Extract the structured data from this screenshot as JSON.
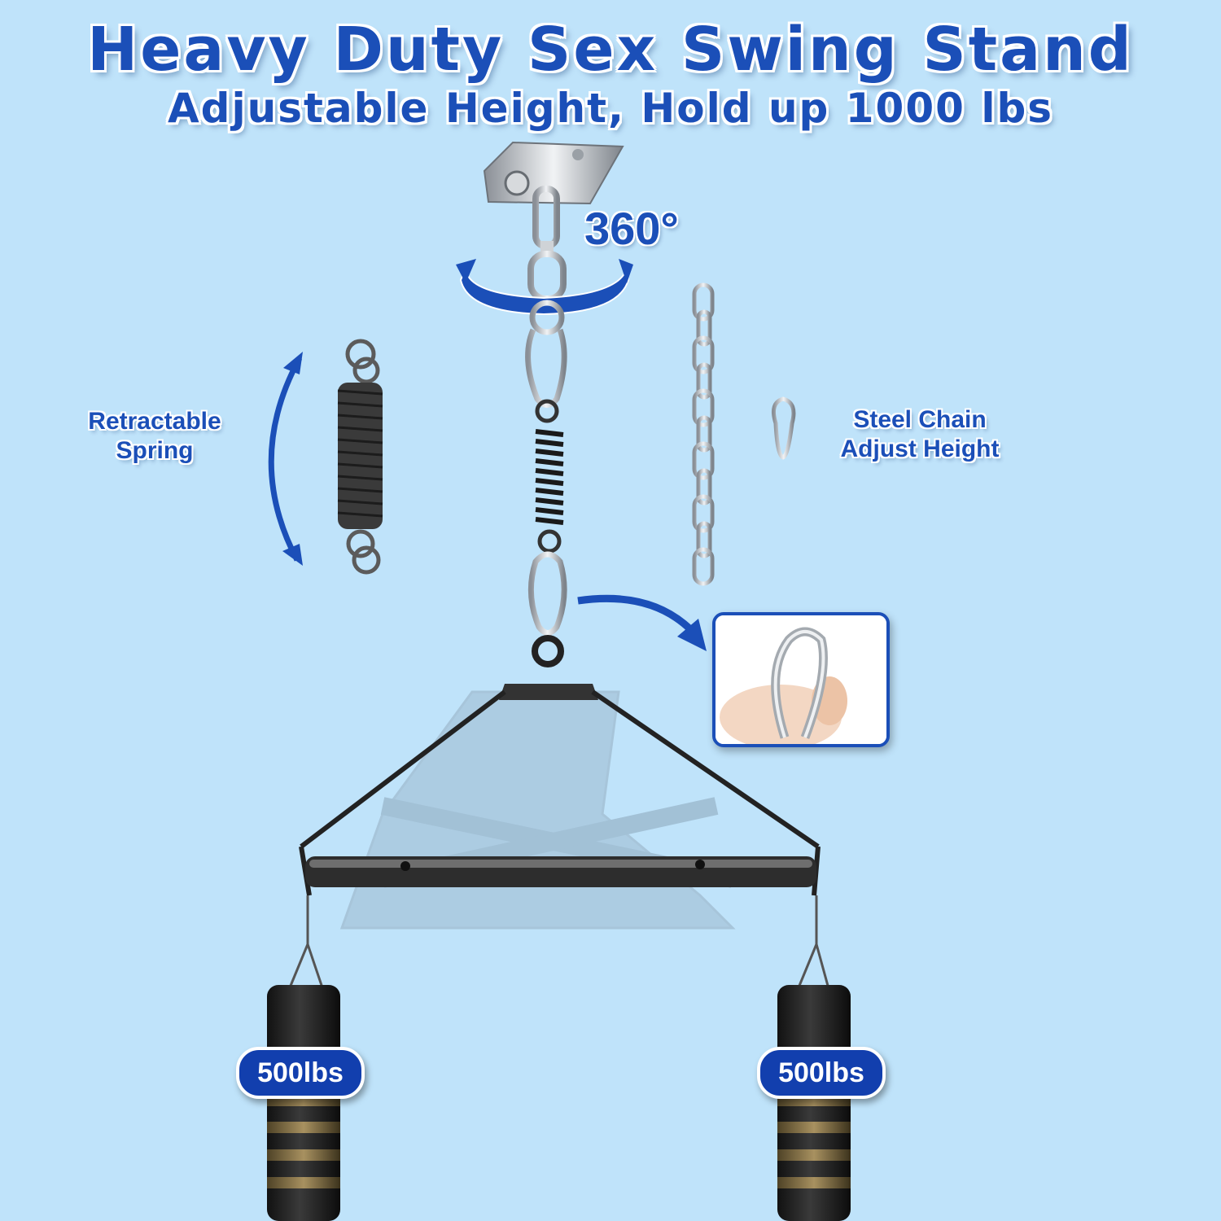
{
  "header": {
    "title": "Heavy Duty Sex Swing Stand",
    "subtitle": "Adjustable Height, Hold up 1000 lbs"
  },
  "callouts": {
    "rotation": "360°",
    "spring": [
      "Retractable",
      "Spring"
    ],
    "chain": [
      "Steel Chain",
      "Adjust Height"
    ]
  },
  "weights": {
    "left": "500lbs",
    "right": "500lbs"
  },
  "colors": {
    "background": "#bfe3fa",
    "accent": "#1b4fb8",
    "badge": "#123fae"
  }
}
